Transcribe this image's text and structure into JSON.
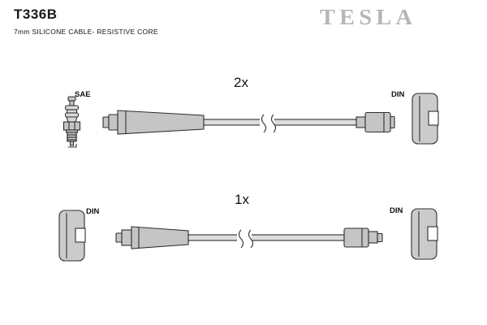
{
  "header": {
    "part_number": "T336B",
    "subtitle": "7mm SILICONE CABLE- RESISTIVE CORE",
    "brand": "TESLA"
  },
  "assemblies": [
    {
      "quantity": "2x",
      "left_label": "SAE",
      "right_label": "DIN"
    },
    {
      "quantity": "1x",
      "left_label": "DIN",
      "right_label": "DIN"
    }
  ]
}
